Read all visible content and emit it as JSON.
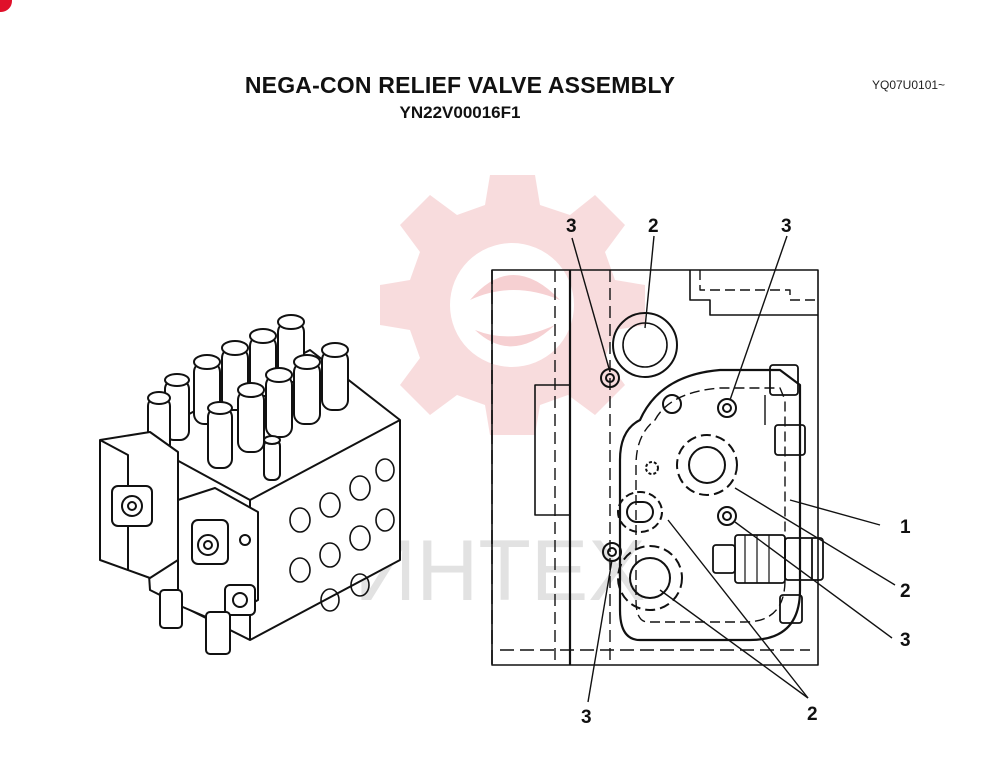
{
  "header": {
    "title": "NEGA-CON RELIEF VALVE ASSEMBLY",
    "part_number": "YN22V00016F1",
    "serial_range": "YQ07U0101~"
  },
  "watermark": {
    "text": "ИНТЕХ",
    "color": "#f3c3c6"
  },
  "callouts": {
    "c_top_left": "3",
    "c_top_mid": "2",
    "c_top_right": "3",
    "c_right_1": "1",
    "c_right_2": "2",
    "c_right_3": "3",
    "c_bottom_left": "3",
    "c_bottom_right": "2"
  },
  "colors": {
    "line": "#111111",
    "accent": "#e0102a"
  }
}
